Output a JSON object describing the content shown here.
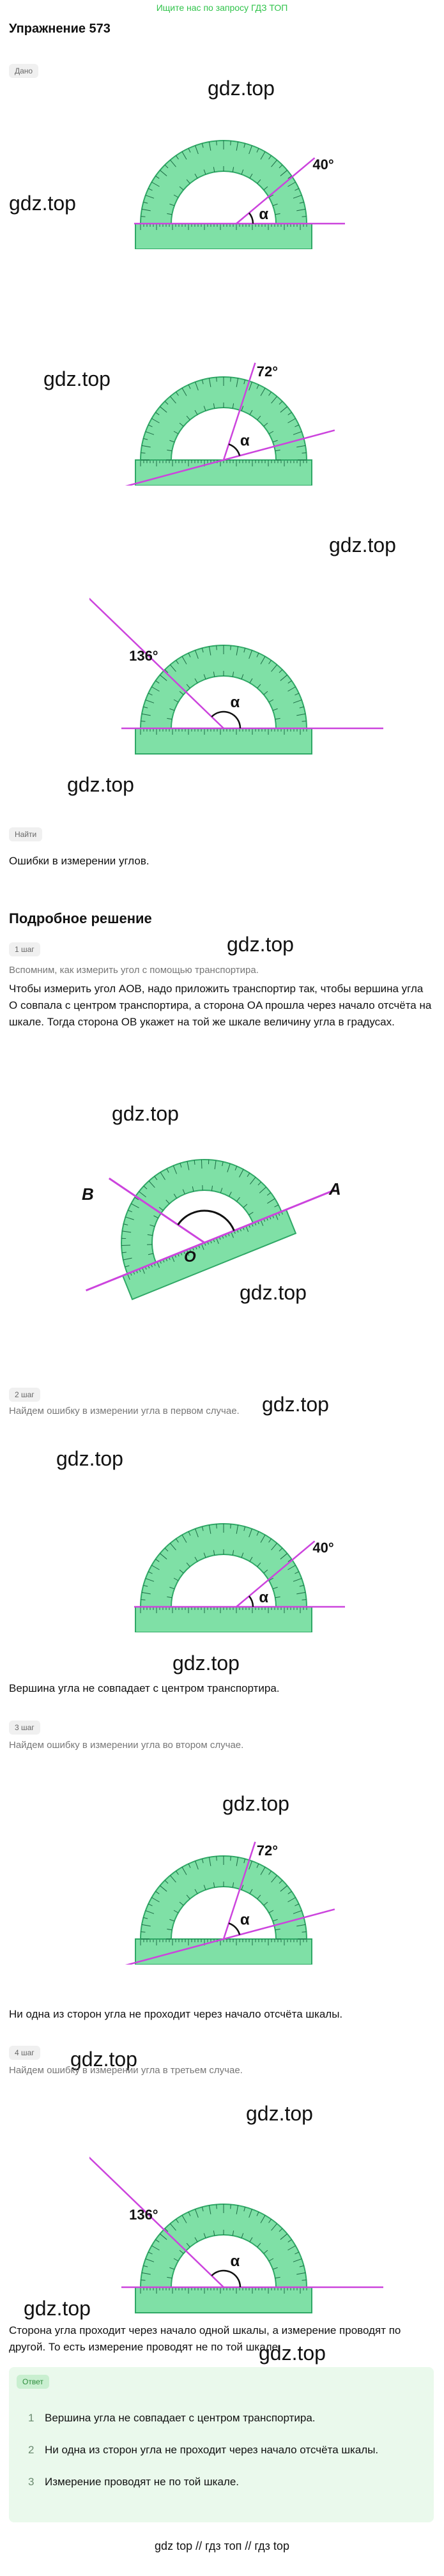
{
  "banner": "Ищите нас по запросу ГДЗ ТОП",
  "title": "Упражнение 573",
  "given_label": "Дано",
  "find_label": "Найти",
  "find_text": "Ошибки в измерении углов.",
  "watermark": "gdz.top",
  "solution_title": "Подробное решение",
  "steps": [
    {
      "label": "1 шаг",
      "hint": "Вспомним, как измерить угол с помощью транспортира.",
      "text": "Чтобы измерить угол AOB, надо приложить транспортир так, чтобы вершина угла O совпала с центром транспортира, а сторона OA прошла через начало отсчёта на шкале. Тогда сторона OB укажет на той же шкале величину угла в градусах."
    },
    {
      "label": "2 шаг",
      "hint": "Найдем ошибку в измерении угла в первом случае.",
      "text": "Вершина угла не совпадает с центром транспортира."
    },
    {
      "label": "3 шаг",
      "hint": "Найдем ошибку в измерении угла во втором случае.",
      "text": "Ни одна из сторон угла не проходит через начало отсчёта шкалы."
    },
    {
      "label": "4 шаг",
      "hint": "Найдем ошибку в измерении угла в третьем случае.",
      "text": "Сторона угла проходит через начало одной шкалы, а измерение проводят по другой. То есть измерение проводят не по той шкале."
    }
  ],
  "figures": {
    "fig1": {
      "deg": "40°",
      "alpha": "α"
    },
    "fig2": {
      "deg": "72°",
      "alpha": "α"
    },
    "fig3": {
      "deg": "136°",
      "alpha": "α"
    },
    "step1": {
      "a": "A",
      "b": "B",
      "o": "O"
    }
  },
  "answer": {
    "label": "Ответ",
    "items": [
      {
        "n": "1",
        "text": "Вершина угла не совпадает с центром транспортира."
      },
      {
        "n": "2",
        "text": "Ни одна из сторон угла не проходит через начало отсчёта шкалы."
      },
      {
        "n": "3",
        "text": "Измерение проводят не по той шкале."
      }
    ]
  },
  "footer": "gdz top // гдз топ // гдз top",
  "colors": {
    "protractor": "#7fe0a6",
    "protractor_stroke": "#2fa866",
    "line": "#cc44dd"
  }
}
